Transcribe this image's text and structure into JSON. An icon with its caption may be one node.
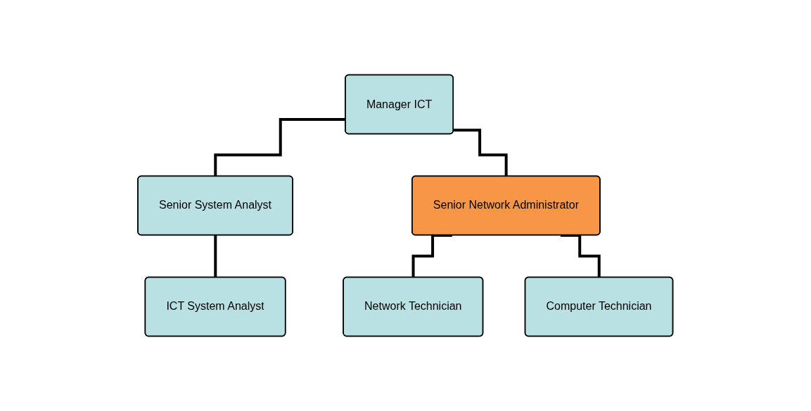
{
  "diagram": {
    "nodes": [
      {
        "text": [
          "Manager ICT"
        ]
      },
      {
        "text": [
          "Senior System Analyst"
        ]
      },
      {
        "text": [
          "Senior Network Administrator"
        ]
      },
      {
        "text": [
          "ICT System Analyst"
        ]
      },
      {
        "text": [
          "Network Technician"
        ]
      },
      {
        "text": [
          "Computer Technician"
        ]
      }
    ],
    "edges": [
      {
        "from": 0,
        "to": 1,
        "arrow": "none"
      },
      {
        "from": 0,
        "to": 2,
        "arrow": "none"
      },
      {
        "from": 1,
        "to": 3,
        "arrow": "none"
      },
      {
        "from": 2,
        "to": 4,
        "arrow": "none"
      },
      {
        "from": 2,
        "to": 5,
        "arrow": "none"
      }
    ]
  }
}
